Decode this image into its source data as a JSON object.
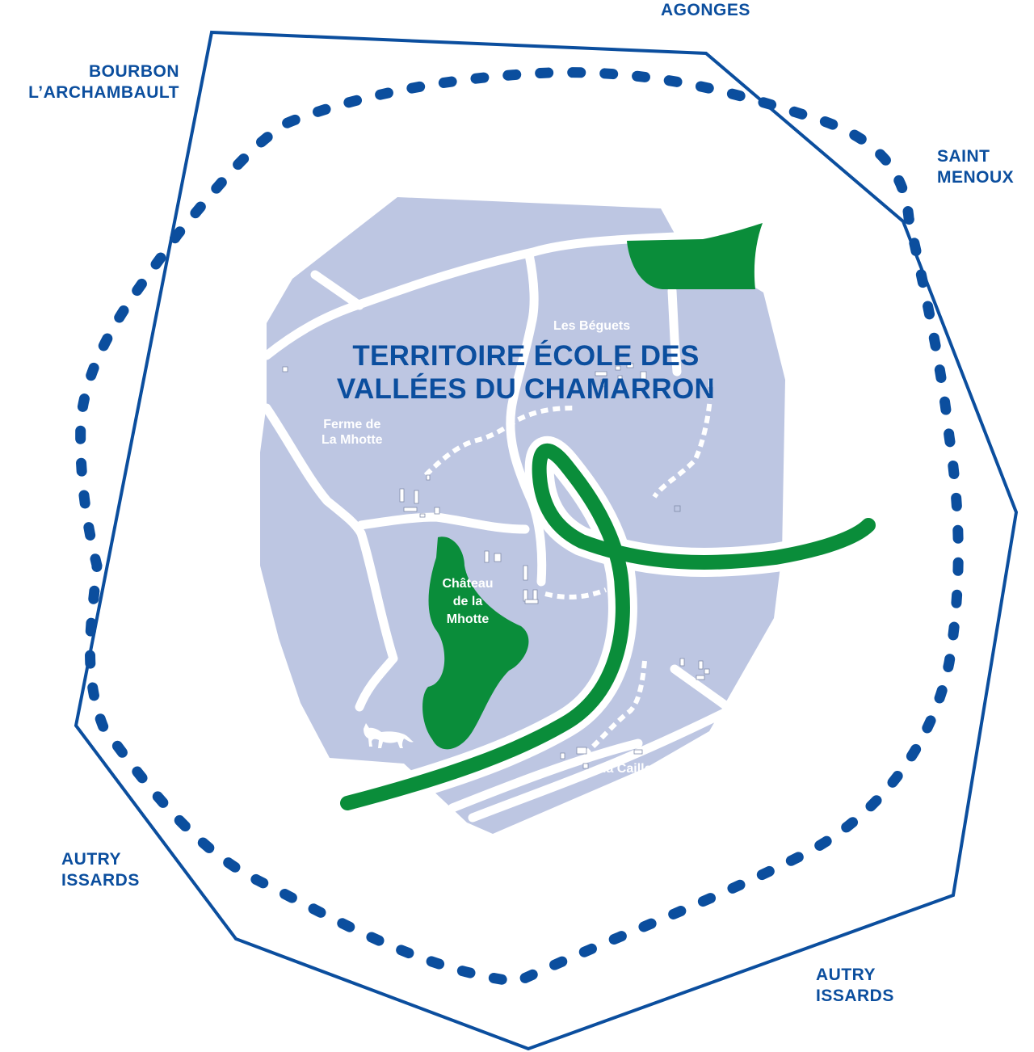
{
  "title": {
    "line1": "TERRITOIRE ÉCOLE DES",
    "line2": "VALLÉES DU CHAMARRON"
  },
  "towns": {
    "agonges": "AGONGES",
    "bourbon": {
      "line1": "BOURBON",
      "line2": "L’ARCHAMBAULT"
    },
    "saint_menoux": {
      "line1": "SAINT",
      "line2": "MENOUX"
    },
    "autry_issards_west": {
      "line1": "AUTRY",
      "line2": "ISSARDS"
    },
    "autry_issards_south": {
      "line1": "AUTRY",
      "line2": "ISSARDS"
    }
  },
  "places": {
    "les_beguets": "Les Béguets",
    "ferme": {
      "line1": "Ferme de",
      "line2": "La Mhotte"
    },
    "chateau": {
      "line1": "Château",
      "line2": "de la",
      "line3": "Mhotte"
    },
    "la_caille": "la Caille"
  },
  "colors": {
    "territory": "#bdc6e2",
    "boundary": "#0b4e9e",
    "forest": "#0a8d3a",
    "road": "#ffffff",
    "label": "#0b4e9e"
  },
  "icons": [
    "cat-icon"
  ]
}
